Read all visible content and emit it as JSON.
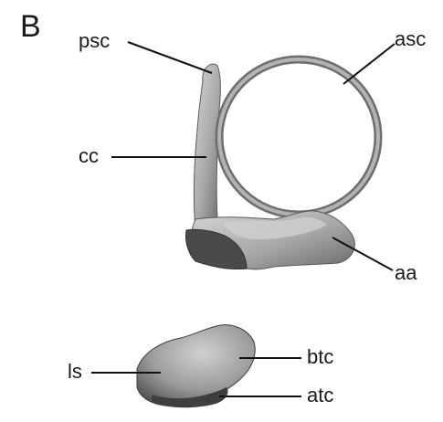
{
  "panel_letter": "B",
  "labels": {
    "psc": "psc",
    "asc": "asc",
    "cc": "cc",
    "aa": "aa",
    "ls": "ls",
    "btc": "btc",
    "atc": "atc"
  },
  "colors": {
    "background": "#ffffff",
    "bone_light": "#c9c9c9",
    "bone_mid": "#9e9e9e",
    "bone_dark": "#555555",
    "leader_line": "#111111"
  }
}
